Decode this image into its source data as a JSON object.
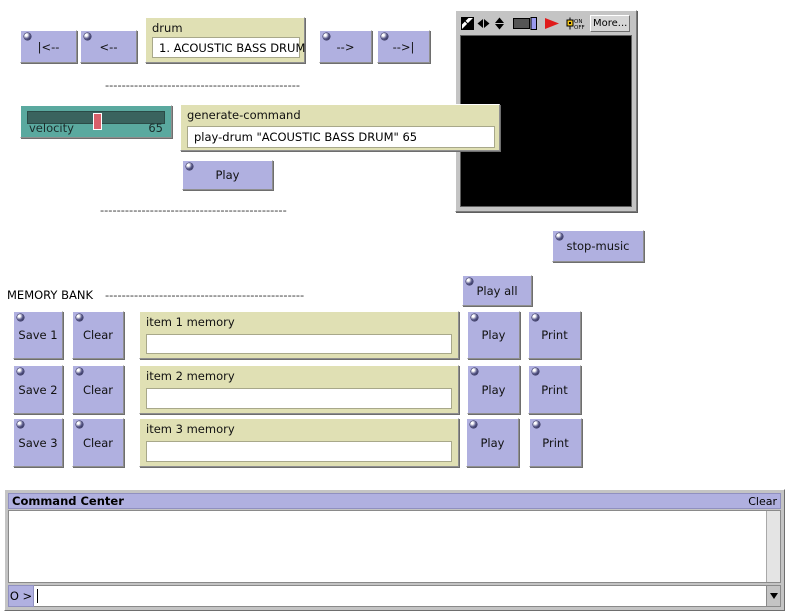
{
  "app": {
    "background_color": "#ffffff",
    "button_color": "#b0b0e0",
    "chooser_color": "#e0e0b4",
    "slider_color": "#5aa99f"
  },
  "nav_buttons": [
    {
      "name": "first",
      "label": "|<--"
    },
    {
      "name": "previous",
      "label": "<--"
    },
    {
      "name": "next",
      "label": "-->"
    },
    {
      "name": "last",
      "label": "-->|"
    }
  ],
  "drum_chooser": {
    "title": "drum",
    "value": "1. ACOUSTIC BASS DRUM"
  },
  "separators": {
    "top": "-----------------------------------------------",
    "middle": "---------------------------------------------",
    "memory": "------------------------------------------------"
  },
  "velocity_slider": {
    "name": "velocity",
    "value": "65",
    "min": 0,
    "max": 127,
    "percent": 51
  },
  "generate_command": {
    "title": "generate-command",
    "value": "play-drum \"ACOUSTIC BASS DRUM\" 65"
  },
  "play_button": {
    "label": "Play"
  },
  "stop_music_button": {
    "label": "stop-music"
  },
  "play_all_button": {
    "label": "Play all"
  },
  "view": {
    "toolbar": [
      {
        "name": "edit-mode-icon",
        "glyph": "half-filled-square"
      },
      {
        "name": "horizontal-arrows-icon",
        "glyph": "left-right-triangles"
      },
      {
        "name": "vertical-arrows-icon",
        "glyph": "up-down-triangles"
      },
      {
        "name": "view-size-icon",
        "glyph": "screen-rectangle"
      },
      {
        "name": "play-arrow-icon",
        "glyph": "red-right-triangle"
      },
      {
        "name": "on-off-switch-icon",
        "glyph": "on-off-toggle"
      }
    ],
    "more_label": "More...",
    "canvas_color": "#000000"
  },
  "memory_bank": {
    "label": "MEMORY BANK",
    "rows": [
      {
        "save_label": "Save 1",
        "clear_label": "Clear",
        "input_title": "item 1 memory",
        "input_value": "",
        "play_label": "Play",
        "print_label": "Print"
      },
      {
        "save_label": "Save 2",
        "clear_label": "Clear",
        "input_title": "item 2 memory",
        "input_value": "",
        "play_label": "Play",
        "print_label": "Print"
      },
      {
        "save_label": "Save 3",
        "clear_label": "Clear",
        "input_title": "item 3 memory",
        "input_value": "",
        "play_label": "Play",
        "print_label": "Print"
      }
    ]
  },
  "command_center": {
    "title": "Command Center",
    "clear_label": "Clear",
    "prompt": "O >",
    "input_value": "",
    "output_text": ""
  }
}
